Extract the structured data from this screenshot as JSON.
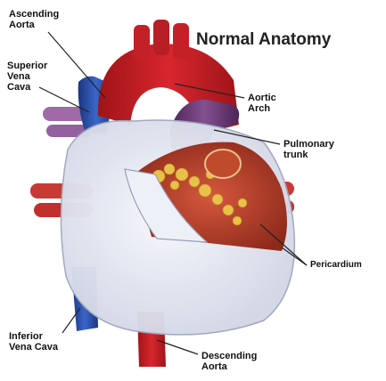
{
  "title": "Normal Anatomy",
  "labels": {
    "ascending_aorta": "Ascending\nAorta",
    "superior_vena_cava": "Superior\nVena\nCava",
    "aortic_arch": "Aortic\nArch",
    "pulmonary_trunk": "Pulmonary\ntrunk",
    "pericardium": "Pericardium",
    "inferior_vena_cava": "Inferior\nVena Cava",
    "descending_aorta": "Descending\nAorta"
  },
  "colors": {
    "aorta": "#c8202a",
    "vena_cava": "#2a4fb0",
    "pulmonary": "#6a3a78",
    "pericardium": "#e6e8f2",
    "muscle": "#b8422e",
    "fat": "#e8c04a"
  }
}
